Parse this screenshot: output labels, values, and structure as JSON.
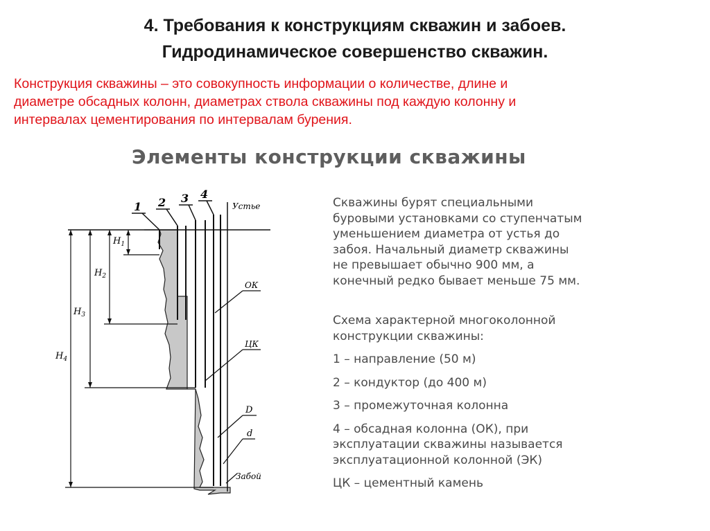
{
  "title": {
    "line1": "4. Требования к конструкциям скважин и забоев.",
    "line2": "Гидродинамическое совершенство скважин."
  },
  "definition": {
    "line1": "Конструкция скважины – это совокупность информации о количестве, длине и",
    "line2": "диаметре обсадных колонн, диаметрах ствола скважины под каждую колонну  и",
    "line3": "интервалах цементирования по интервалам бурения."
  },
  "section_heading": "Элементы конструкции скважины",
  "description": {
    "line1": "Скважины бурят специальными",
    "line2": "буровыми установками со ступенчатым",
    "line3": "уменьшением диаметра от устья до",
    "line4": "забоя. Начальный диаметр скважины",
    "line5": "не превышает обычно 900 мм, а",
    "line6": "конечный редко бывает меньше 75 мм."
  },
  "scheme": {
    "head_line1": "Схема характерной многоколонной",
    "head_line2": "конструкции скважины:",
    "items": [
      {
        "text": "1 – направление (50 м)"
      },
      {
        "text": "2 – кондуктор (до 400 м)"
      },
      {
        "text": "3 – промежуточная колонна"
      },
      {
        "text_line1": "4 – обсадная колонна (ОК), при",
        "text_line2": "эксплуатации скважины называется",
        "text_line3": "эксплуатационной колонной (ЭК)"
      },
      {
        "text": "ЦК – цементный камень"
      }
    ]
  },
  "diagram": {
    "column_numbers": [
      "1",
      "2",
      "3",
      "4"
    ],
    "depth_labels": {
      "h1": "H",
      "h1_sub": "1",
      "h2": "H",
      "h2_sub": "2",
      "h3": "H",
      "h3_sub": "3",
      "h4": "H",
      "h4_sub": "4"
    },
    "callouts": {
      "wellhead": "Устье",
      "ok": "ОК",
      "ck": "ЦК",
      "d_big": "D",
      "d_small": "d",
      "bottom": "Забой"
    },
    "colors": {
      "cement": "#c8c8c8",
      "line": "#111111"
    }
  }
}
